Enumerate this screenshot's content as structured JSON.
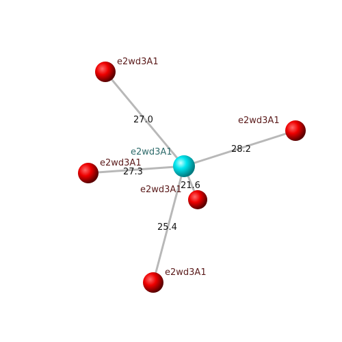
{
  "colors": {
    "background": "#ffffff",
    "center_atom": "#00e5ee",
    "neighbor_atom": "#ee0000",
    "center_label": "#2e6b6b",
    "neighbor_label": "#5a1a1a",
    "distance_label": "#111111",
    "bond": "#b8b8b8"
  },
  "center": {
    "label": "e2wd3A1"
  },
  "neighbors": [
    {
      "id": "n1",
      "label": "e2wd3A1",
      "distance": "27.0"
    },
    {
      "id": "n2",
      "label": "e2wd3A1",
      "distance": "28.2"
    },
    {
      "id": "n3",
      "label": "e2wd3A1",
      "distance": "27.3"
    },
    {
      "id": "n4",
      "label": "e2wd3A1",
      "distance": "21.6"
    },
    {
      "id": "n5",
      "label": "e2wd3A1",
      "distance": "25.4"
    }
  ]
}
